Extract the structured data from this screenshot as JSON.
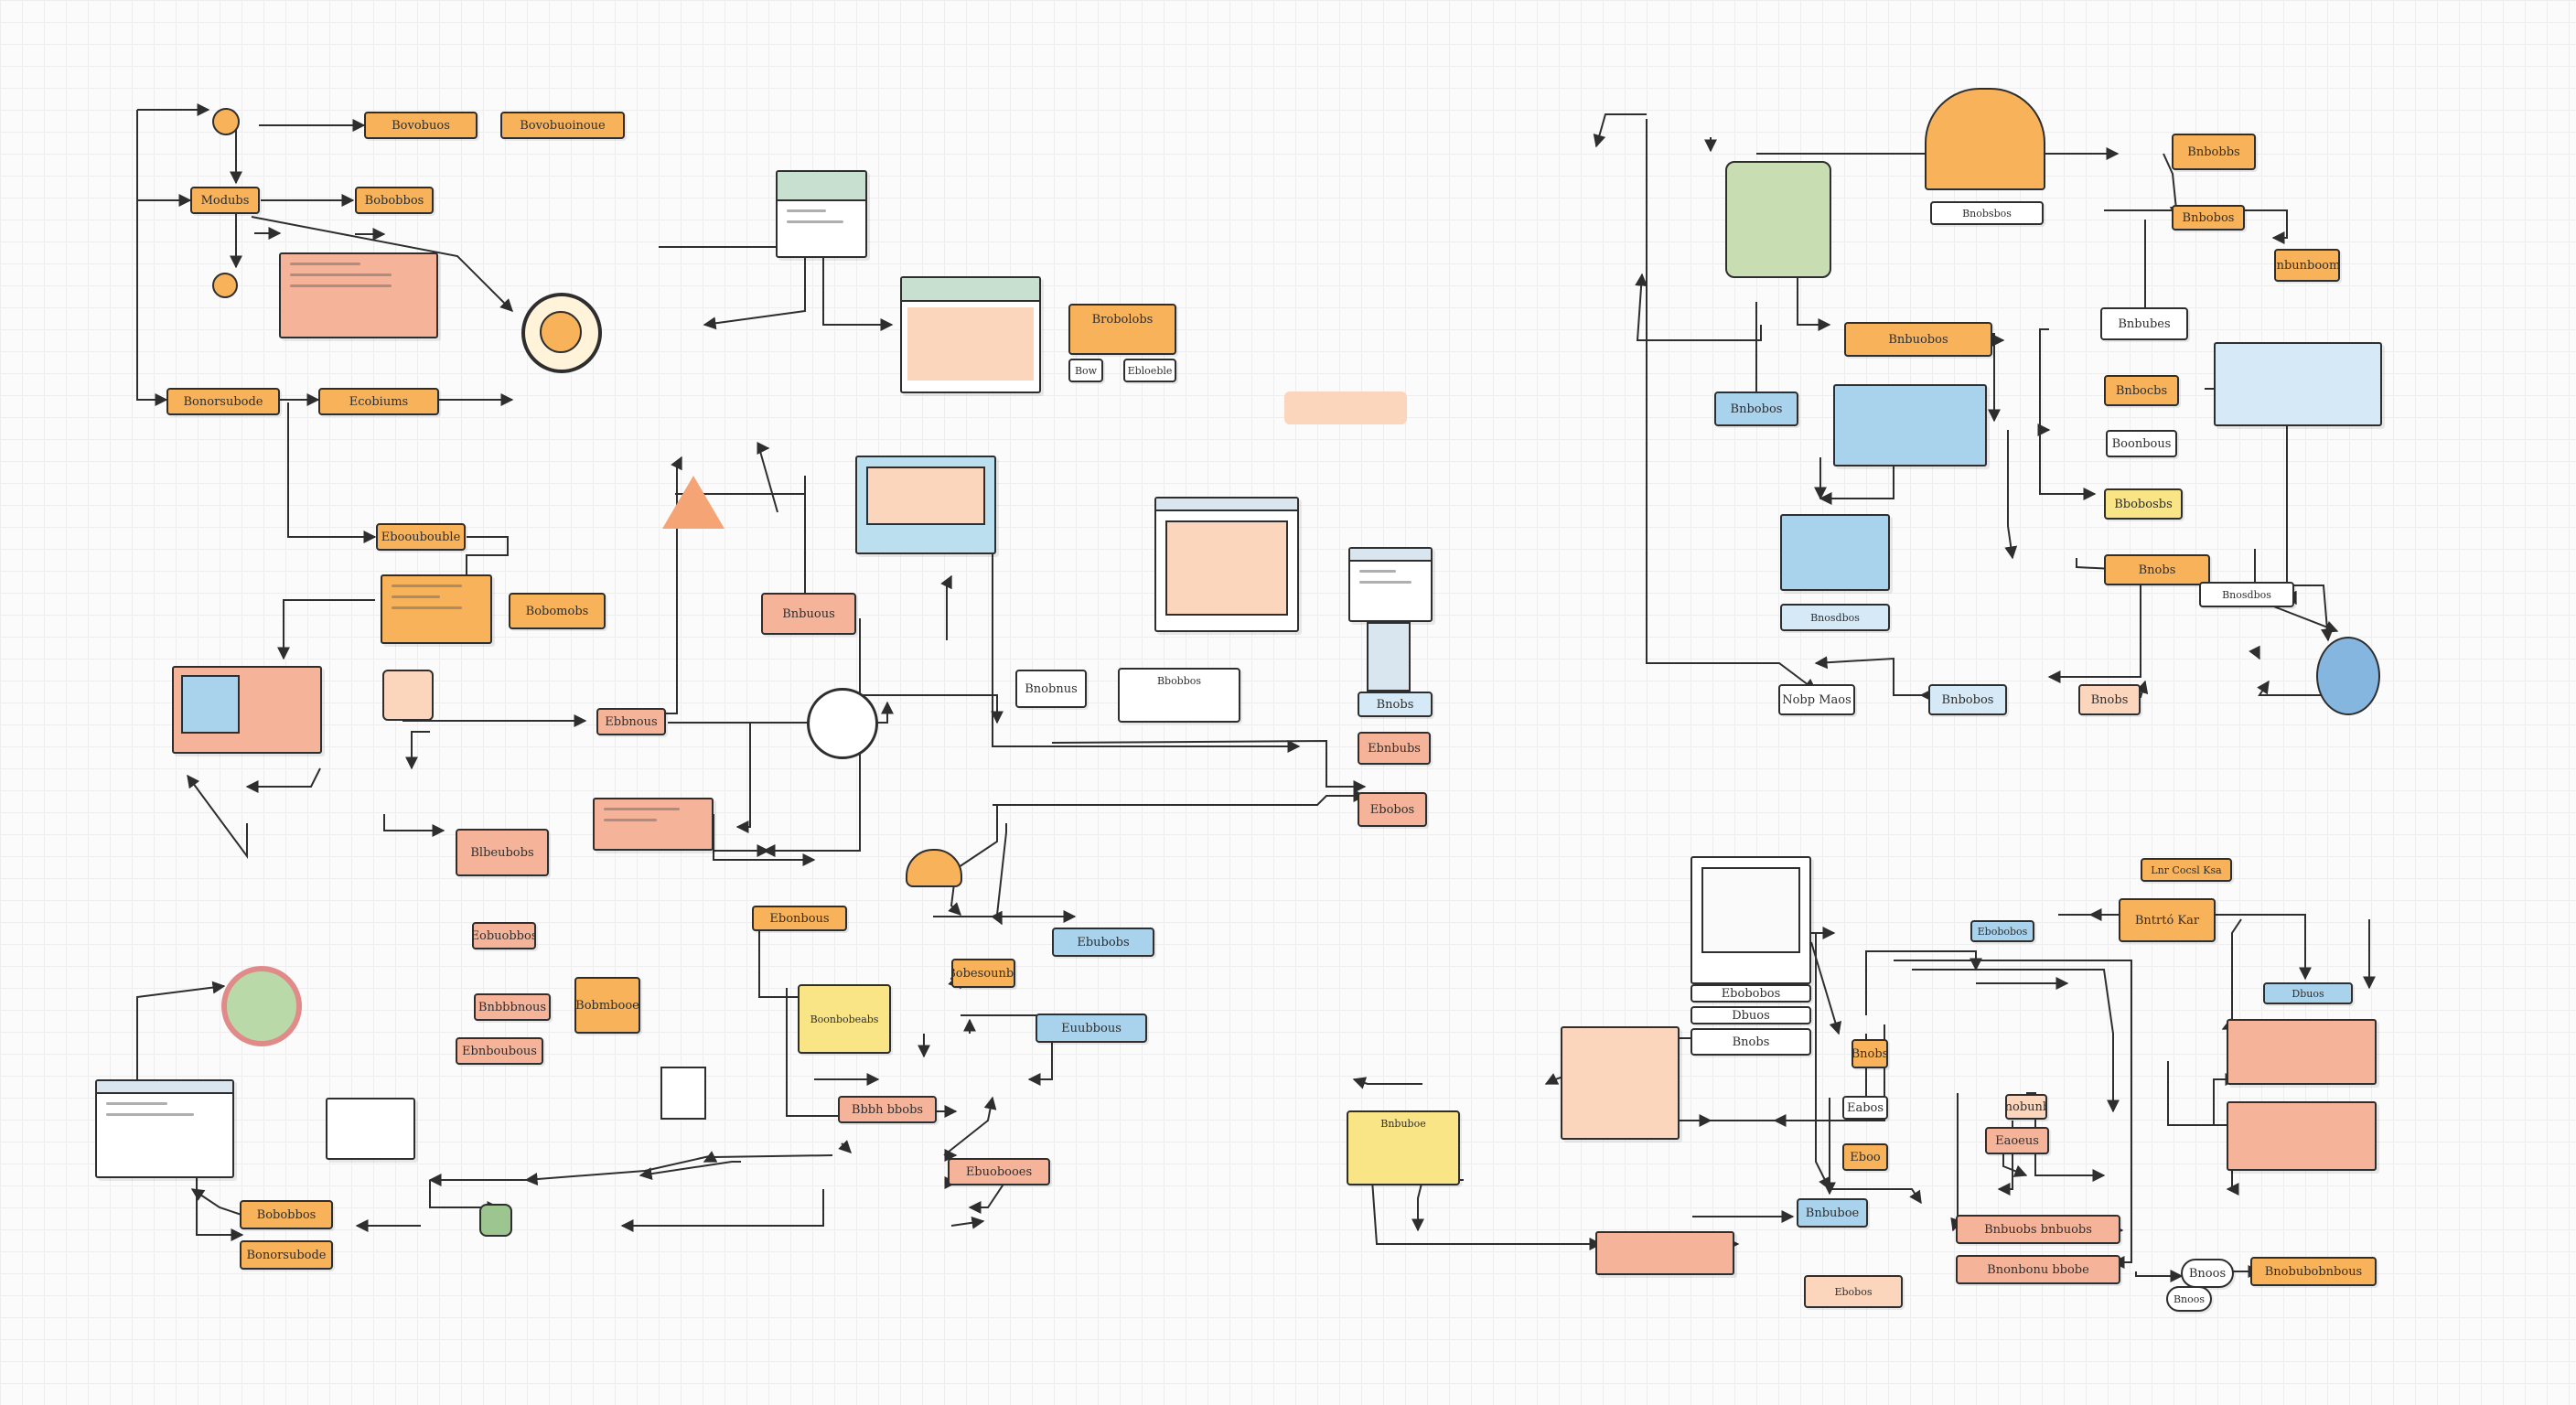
{
  "diagram": {
    "top_left": {
      "nodes": [
        {
          "label": "Bovobuos"
        },
        {
          "label": "Bovobuoinoue"
        },
        {
          "label": "Modubs"
        },
        {
          "label": "Bobobbos"
        },
        {
          "label": "Brobolobs"
        },
        {
          "label": "Bonorsubode"
        },
        {
          "label": "Ecobiums"
        },
        {
          "label": "Ebooubouble"
        },
        {
          "label": "Bobomobs"
        },
        {
          "label": "Bow"
        },
        {
          "label": "Ebloeble"
        }
      ]
    },
    "center": {
      "nodes": [
        {
          "label": "Bnbuous"
        },
        {
          "label": "Bnobnus"
        },
        {
          "label": "Bbobbos"
        },
        {
          "label": "Ebbnous"
        },
        {
          "label": "Bnobs"
        },
        {
          "label": "Ebnbubs"
        },
        {
          "label": "Ebobos"
        },
        {
          "label": "Blbeubobs"
        },
        {
          "label": "Ebonbous"
        },
        {
          "label": "Ebubobs"
        },
        {
          "label": "Eobuobbos"
        },
        {
          "label": "Bobesounbs"
        },
        {
          "label": "Euubbous"
        },
        {
          "label": "Boonbobeabs"
        },
        {
          "label": "Bobmbooe"
        },
        {
          "label": "Bnbbbnous"
        },
        {
          "label": "Ebnboubous"
        },
        {
          "label": "Bbbh bbobs"
        },
        {
          "label": "Ebuobooes"
        }
      ]
    },
    "top_right": {
      "nodes": [
        {
          "label": "Bnobsbos"
        },
        {
          "label": "Bnbobbs"
        },
        {
          "label": "Bnbobos"
        },
        {
          "label": "Bnbunbooms"
        },
        {
          "label": "Bnbuobos"
        },
        {
          "label": "Bnbubes"
        },
        {
          "label": "Bnbobos"
        },
        {
          "label": "Bnbocbs"
        },
        {
          "label": "Boonbous"
        },
        {
          "label": "Nobp Maos"
        },
        {
          "label": "Bbobosbs"
        },
        {
          "label": "Bnobs"
        },
        {
          "label": "Bnosdbos"
        }
      ]
    },
    "bottom_right": {
      "nodes": [
        {
          "label": "Lnr Cocsl  Ksa"
        },
        {
          "label": "Bntrtó  Kar"
        },
        {
          "label": "Ebobobos"
        },
        {
          "label": "Dbuos"
        },
        {
          "label": "Bnobs"
        },
        {
          "label": "Eabos"
        },
        {
          "label": "Eboo"
        },
        {
          "label": "Bnobunbs"
        },
        {
          "label": "Eaoeus"
        },
        {
          "label": "Bnbuboe"
        },
        {
          "label": "Bnbuobs bnbuobs"
        },
        {
          "label": "Bnonbonu bbobe"
        },
        {
          "label": "Bnoos"
        },
        {
          "label": "Ebobos"
        },
        {
          "label": "Bnobubobnbous"
        }
      ]
    }
  },
  "icons": [
    "lightbulb-icon",
    "gear-icon",
    "target-icon",
    "warning-icon",
    "compass-icon",
    "bell-icon",
    "house-icon",
    "bag-icon",
    "lock-icon",
    "grid-icon",
    "server-icon",
    "droplet-icon",
    "pot-icon"
  ]
}
